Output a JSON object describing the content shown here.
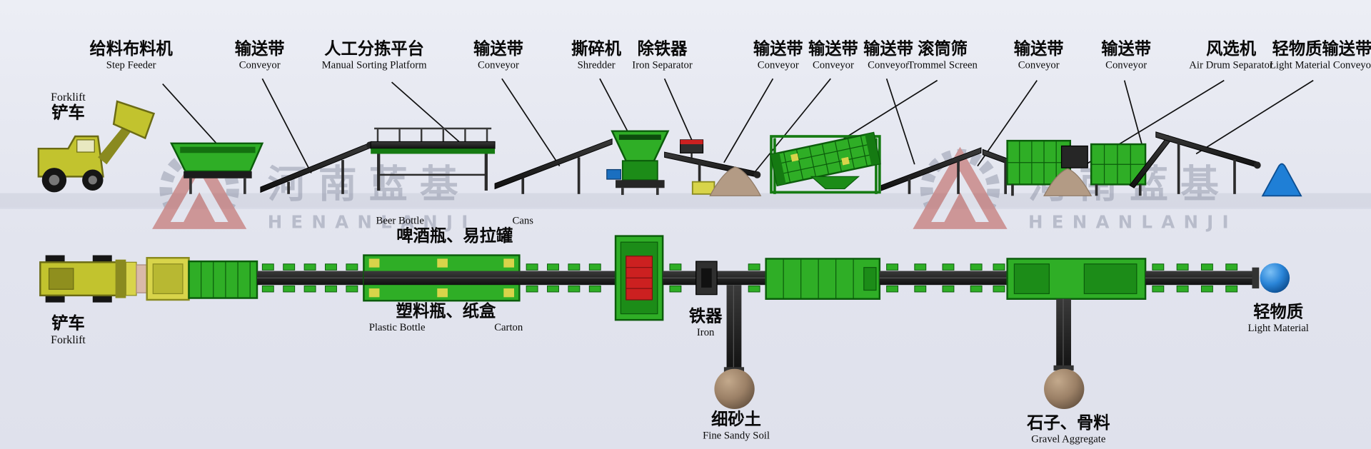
{
  "brand": {
    "logo_cn": "河南蓝基",
    "logo_en": "HENANLANJI"
  },
  "top_labels": [
    {
      "cn": "给料布料机",
      "en": "Step Feeder"
    },
    {
      "cn": "输送带",
      "en": "Conveyor"
    },
    {
      "cn": "人工分拣平台",
      "en": "Manual Sorting Platform"
    },
    {
      "cn": "输送带",
      "en": "Conveyor"
    },
    {
      "cn": "撕碎机",
      "en": "Shredder"
    },
    {
      "cn": "除铁器",
      "en": "Iron Separator"
    },
    {
      "cn": "输送带",
      "en": "Conveyor"
    },
    {
      "cn": "输送带",
      "en": "Conveyor"
    },
    {
      "cn": "输送带",
      "en": "Conveyor"
    },
    {
      "cn": "滚筒筛",
      "en": "Trommel Screen"
    },
    {
      "cn": "输送带",
      "en": "Conveyor"
    },
    {
      "cn": "输送带",
      "en": "Conveyor"
    },
    {
      "cn": "风选机",
      "en": "Air Drum Separator"
    },
    {
      "cn": "轻物质输送带",
      "en": "Light Material Conveyor"
    }
  ],
  "side_view": {
    "forklift_en": "Forklift",
    "forklift_cn": "铲车"
  },
  "plan_view": {
    "forklift_cn": "铲车",
    "forklift_en": "Forklift",
    "beer_bottle_en": "Beer Bottle",
    "cans_en": "Cans",
    "beer_cans_cn": "啤酒瓶、易拉罐",
    "plastic_carton_cn": "塑料瓶、纸盒",
    "plastic_bottle_en": "Plastic Bottle",
    "carton_en": "Carton",
    "iron_cn": "铁器",
    "iron_en": "Iron",
    "fine_sand_cn": "细砂土",
    "fine_sand_en": "Fine Sandy Soil",
    "gravel_cn": "石子、骨料",
    "gravel_en": "Gravel Aggregate",
    "light_material_cn": "轻物质",
    "light_material_en": "Light Material"
  },
  "colors": {
    "machine_green": "#2fae26",
    "machine_green_dark": "#157a12",
    "belt_dark": "#1b1b1b",
    "forklift_yellow": "#c2c32e",
    "sand_tan": "#b39b85",
    "cone_blue": "#1f7fd6",
    "sphere_brown": "#9b8066",
    "watermark_gray": "#8f95a8",
    "logo_red": "#b84a42"
  }
}
